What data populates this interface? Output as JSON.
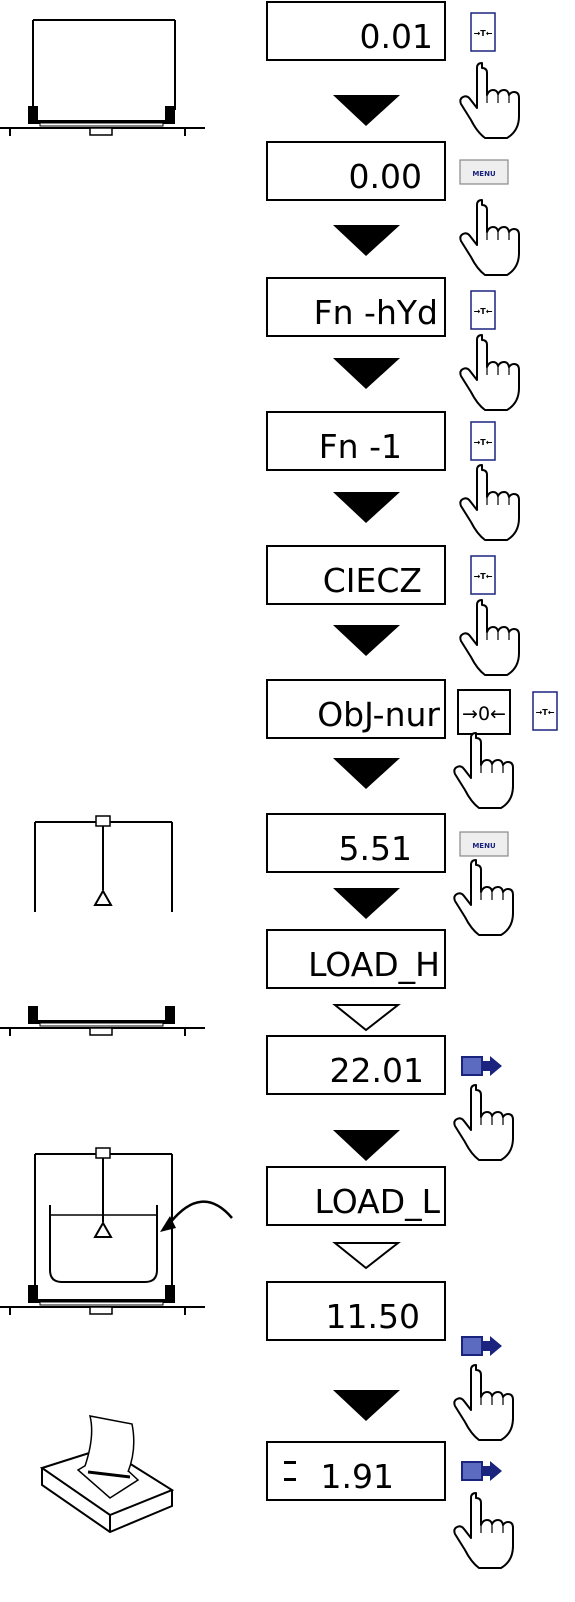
{
  "keys": {
    "tare": "→T←",
    "menu": "MENU",
    "zero": "→0←"
  },
  "steps": [
    {
      "display": "0.01",
      "key": "tare"
    },
    {
      "display": "0.00",
      "key": "menu"
    },
    {
      "display": "Fn -hYd",
      "key": "tare"
    },
    {
      "display": "Fn -1",
      "key": "tare"
    },
    {
      "display": "CIECZ",
      "key": "tare"
    },
    {
      "display": "ObJ-nur",
      "key": "zero",
      "alt_key": "tare"
    },
    {
      "display": "5.51",
      "key": "menu"
    },
    {
      "display": "LOAD_H",
      "key": null
    },
    {
      "display": "22.01",
      "key": "print"
    },
    {
      "display": "LOAD_L",
      "key": null
    },
    {
      "display": "11.50",
      "key": "print"
    },
    {
      "display": "1.91",
      "key": "print",
      "minus_prefix": true
    }
  ],
  "arrows": [
    "filled",
    "filled",
    "filled",
    "filled",
    "filled",
    "filled",
    "filled",
    "outline",
    "filled",
    "outline",
    "filled"
  ],
  "illustrations": [
    "empty-scale",
    "hanging-weight-scale",
    "weight-in-liquid-scale",
    "printer"
  ],
  "colors": {
    "print_key": "#1a237e",
    "print_key_fill": "#5c6bc0"
  }
}
